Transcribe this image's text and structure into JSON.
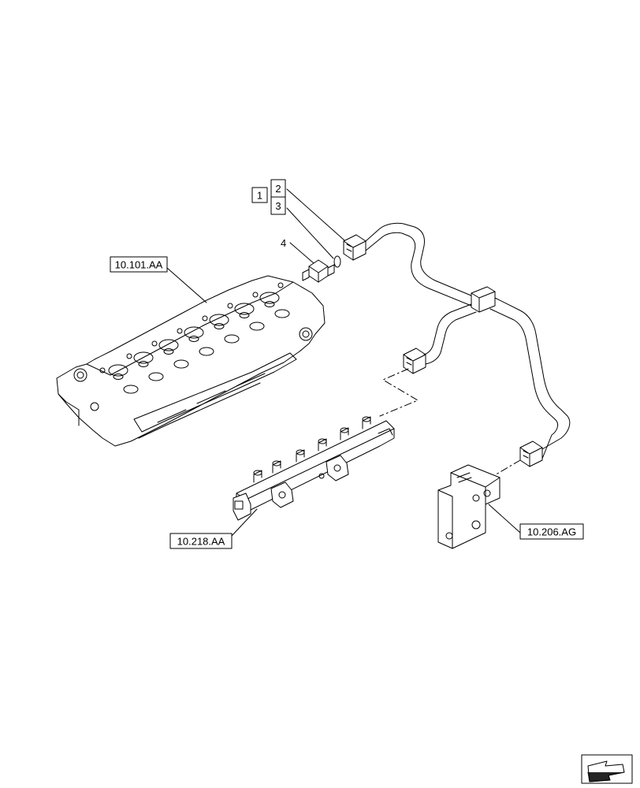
{
  "callouts": {
    "group_number": "1",
    "item_2": "2",
    "item_3": "3",
    "item_4": "4"
  },
  "references": {
    "cylinder_head": "10.101.AA",
    "fuel_rail": "10.218.AA",
    "bracket": "10.206.AG"
  },
  "icons": {
    "navigation": "arrow-icon"
  },
  "colors": {
    "line": "#000000",
    "background": "#ffffff"
  }
}
